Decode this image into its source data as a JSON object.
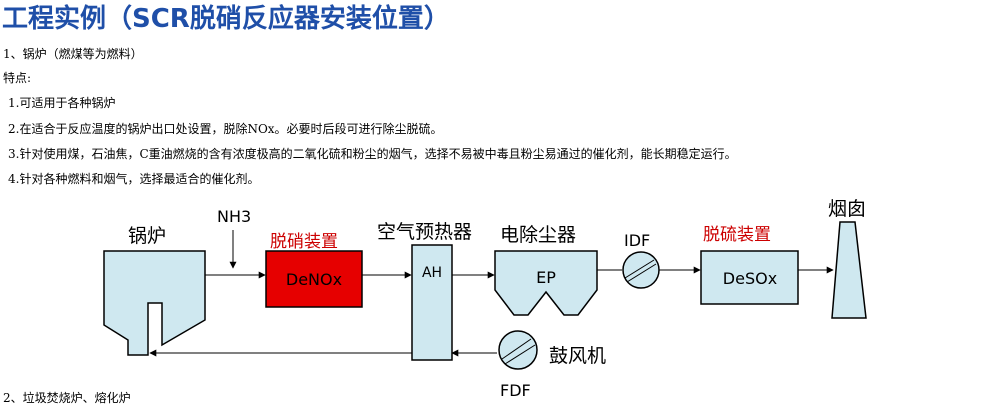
{
  "page": {
    "title": "工程实例（SCR脱硝反应器安装位置）",
    "section1": "1、锅炉（燃煤等为燃料）",
    "features_label": "特点:",
    "features": [
      "1.可适用于各种锅炉",
      "2.在适合于反应温度的锅炉出口处设置，脱除NOx。必要时后段可进行除尘脱硫。",
      "3.针对使用煤，石油焦，C重油燃烧的含有浓度极高的二氧化硫和粉尘的烟气，选择不易被中毒且粉尘易通过的催化剂，能长期稳定运行。",
      "4.针对各种燃料和烟气，选择最适合的催化剂。"
    ],
    "section2": "2、垃圾焚烧炉、熔化炉"
  },
  "diagram": {
    "boiler_label": "锅炉",
    "nh3_label": "NH3",
    "denitration_label": "脱硝装置",
    "denox_label": "DeNOx",
    "air_preheater_label": "空气预热器",
    "ah_label": "AH",
    "precipitator_label": "电除尘器",
    "ep_label": "EP",
    "idf_label": "IDF",
    "desulfurization_label": "脱硫装置",
    "desox_label": "DeSOx",
    "chimney_label": "烟囱",
    "blower_label": "鼓风机",
    "fdf_label": "FDF",
    "colors": {
      "equipment_fill": "#cfe8f0",
      "denox_fill": "#e60000",
      "red_text": "#cc0000",
      "title_blue": "#1f4fa8"
    }
  }
}
